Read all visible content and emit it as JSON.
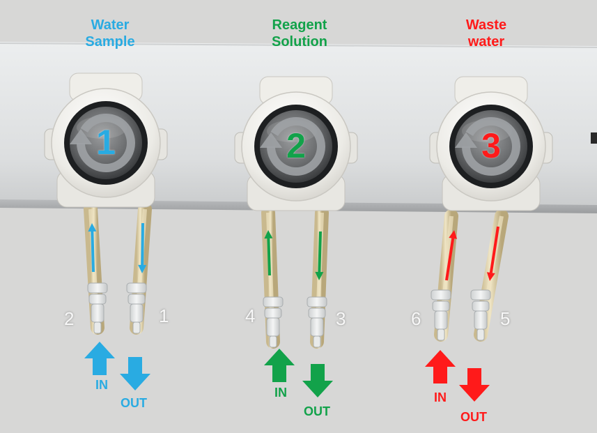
{
  "colors": {
    "water": "#29abe2",
    "reagent": "#12a24a",
    "waste": "#ff1a1a",
    "port_number": "#f7f7f7"
  },
  "pumps": [
    {
      "title_line1": "Water",
      "title_line2": "Sample",
      "number": "1",
      "color_key": "water",
      "in_label": "IN",
      "out_label": "OUT",
      "in_port": "2",
      "out_port": "1"
    },
    {
      "title_line1": "Reagent",
      "title_line2": "Solution",
      "number": "2",
      "color_key": "reagent",
      "in_label": "IN",
      "out_label": "OUT",
      "in_port": "4",
      "out_port": "3"
    },
    {
      "title_line1": "Waste",
      "title_line2": "water",
      "number": "3",
      "color_key": "waste",
      "in_label": "IN",
      "out_label": "OUT",
      "in_port": "6",
      "out_port": "5"
    }
  ]
}
